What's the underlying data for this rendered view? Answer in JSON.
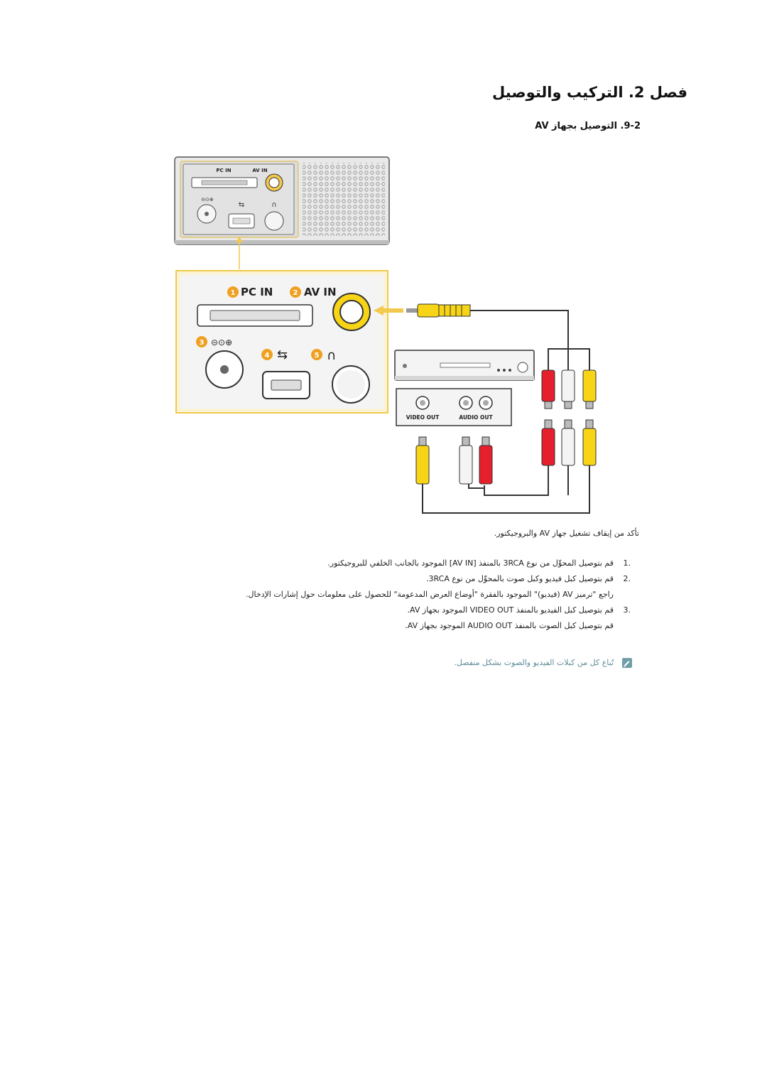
{
  "header": {
    "chapter_title": "فصل 2. التركيب والتوصيل",
    "section_title": "9-2. التوصيل بجهاز AV"
  },
  "diagram": {
    "device_labels": {
      "pc_in": "PC IN",
      "av_in": "AV IN"
    },
    "callouts": {
      "n1": "1",
      "n2": "2",
      "n3": "3",
      "n4": "4",
      "n5": "5"
    },
    "zoom_labels": {
      "pc_in": "PC IN",
      "av_in": "AV IN"
    },
    "player_labels": {
      "video_out": "VIDEO OUT",
      "audio_out": "AUDIO OUT"
    },
    "colors": {
      "highlight": "#f2c94c",
      "yellow": "#f7d416",
      "red": "#e5202c",
      "white": "#f4f4f4"
    },
    "icons": [
      "power-dc-icon",
      "usb-icon",
      "headphone-icon"
    ]
  },
  "body": {
    "intro": "تأكد من إيقاف تشغيل جهاز AV والبروجيكتور.",
    "steps": [
      {
        "n": "1.",
        "text": "قم بتوصيل المحوِّل من نوع 3RCA بالمنفذ [AV IN] الموجود بالجانب الخلفي للبروجيكتور."
      },
      {
        "n": "2.",
        "text": "قم بتوصيل كبل فيديو وكبل صوت بالمحوِّل من نوع 3RCA."
      },
      {
        "n": "",
        "text": "راجع \"ترميز AV (فيديو)\" الموجود بالفقرة \"أوضاع العرض المدعومة\" للحصول على معلومات حول إشارات الإدخال."
      },
      {
        "n": "3.",
        "text": "قم بتوصيل كبل الفيديو بالمنفذ VIDEO OUT الموجود بجهاز AV."
      },
      {
        "n": "",
        "text": "قم بتوصيل كبل الصوت بالمنفذ AUDIO OUT الموجود بجهاز AV."
      }
    ],
    "note": "تُباع كل من كبلات الفيديو والصوت بشكل منفصل."
  }
}
